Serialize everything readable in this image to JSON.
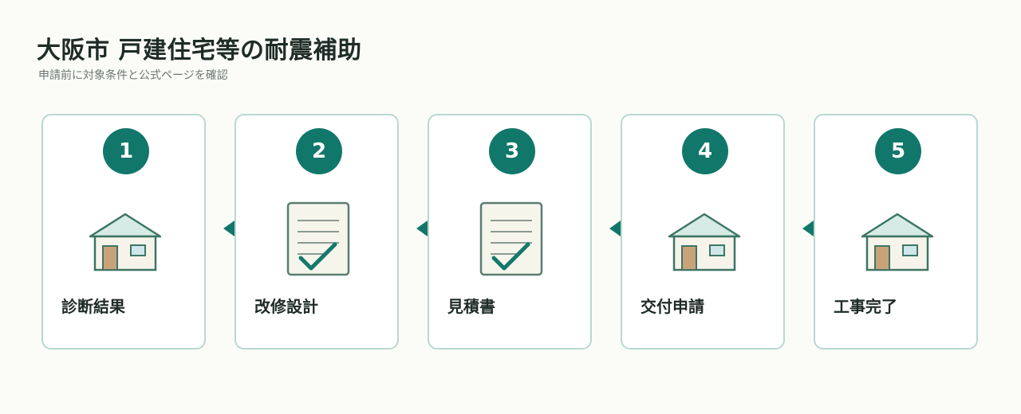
{
  "header": {
    "title": "大阪市 戸建住宅等の耐震補助",
    "subtitle": "申請前に対象条件と公式ページを確認"
  },
  "colors": {
    "accent": "#12776b",
    "card_border": "#b9d8d2",
    "background": "#fbfcf8"
  },
  "steps": [
    {
      "number": "1",
      "label": "診断結果",
      "icon": "house-icon"
    },
    {
      "number": "2",
      "label": "改修設計",
      "icon": "document-check-icon"
    },
    {
      "number": "3",
      "label": "見積書",
      "icon": "document-check-icon"
    },
    {
      "number": "4",
      "label": "交付申請",
      "icon": "house-icon"
    },
    {
      "number": "5",
      "label": "工事完了",
      "icon": "house-icon"
    }
  ]
}
